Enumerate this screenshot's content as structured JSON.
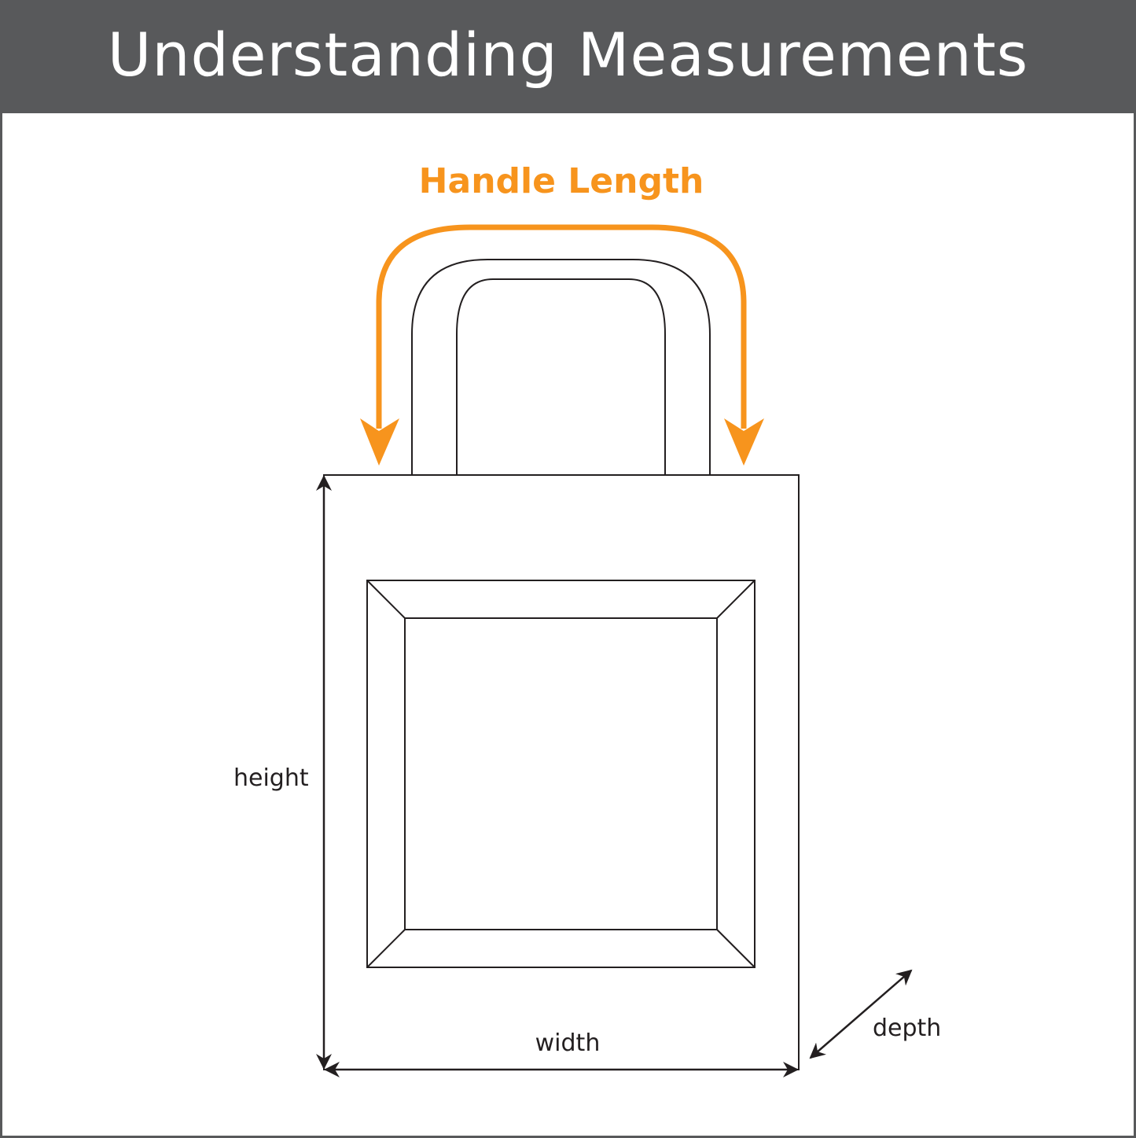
{
  "header": {
    "title": "Understanding Measurements"
  },
  "diagram": {
    "handle_label": "Handle Length",
    "height_label": "height",
    "width_label": "width",
    "depth_label": "depth"
  },
  "colors": {
    "header_bg": "#58595b",
    "accent": "#f7941d",
    "line": "#231f20"
  }
}
